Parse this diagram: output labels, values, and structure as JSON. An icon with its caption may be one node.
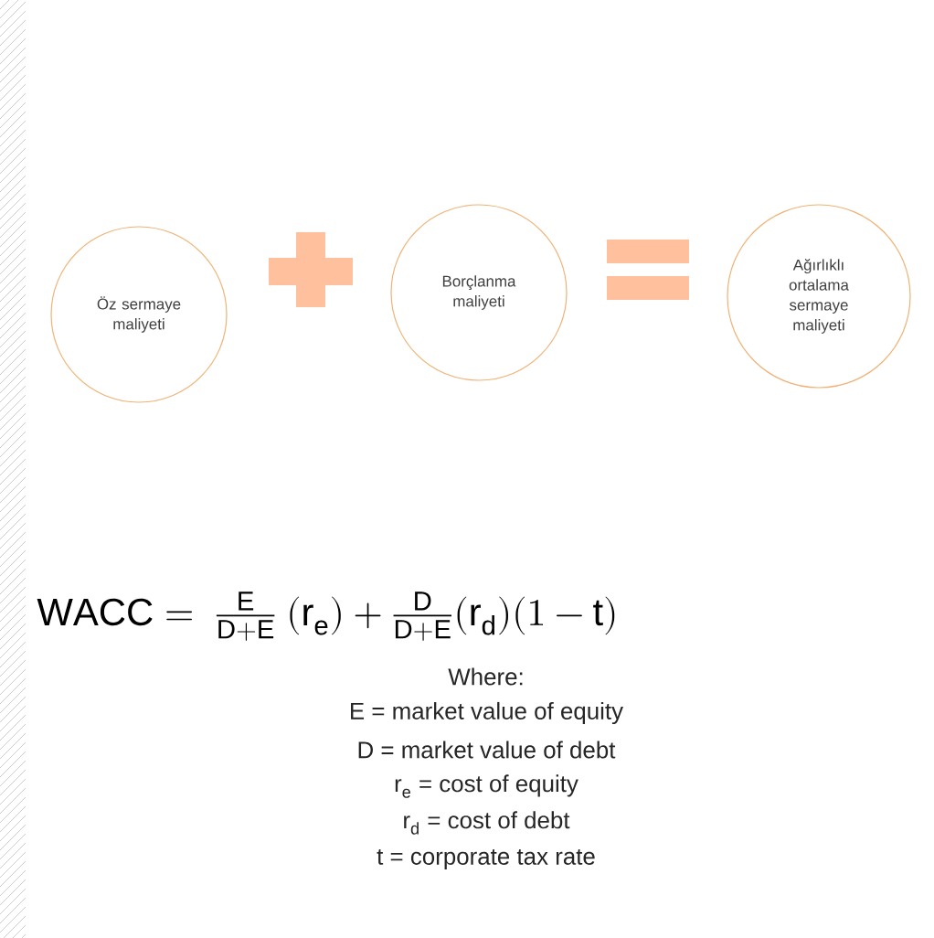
{
  "diagram": {
    "nodes": [
      {
        "text": [
          "Öz sermaye maliyeti"
        ]
      },
      {
        "text": [
          "Borçlanma maliyeti"
        ]
      },
      {
        "text": [
          "Ağırlıklı ortalama sermaye maliyeti"
        ]
      }
    ],
    "labels": [
      "\\mathrm{WACC} = \\ \\frac{\\mathrm{E}}{\\mathrm{D+E}}\\ (\\mathrm{r_e}) + \\frac{\\mathrm{D}}{\\mathrm{D+E}}(\\mathrm{r_d})(1-\\mathrm{t})",
      "Where:",
      "E = market value of equity",
      "D = market value of debt",
      "r$_{e}$ = cost of equity",
      "r$_{d}$ = cost of debt",
      "t = corporate tax rate"
    ]
  }
}
